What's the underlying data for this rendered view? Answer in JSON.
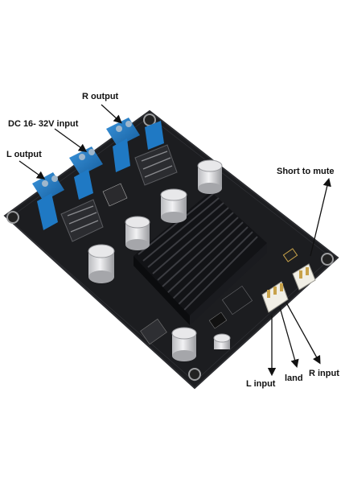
{
  "labels": {
    "r_output": "R output",
    "dc_input": "DC 16- 32V input",
    "l_output": "L output",
    "short_to_mute": "Short to mute",
    "l_input": "L input",
    "land": "land",
    "r_input": "R input"
  },
  "colors": {
    "board": "#1c1d20",
    "board_edge": "#2c2d31",
    "terminal_blue": "#1f79c4",
    "heatsink": "#17181b",
    "capacitor_silver": "#d9dadd",
    "connector_white": "#f1efe6"
  }
}
